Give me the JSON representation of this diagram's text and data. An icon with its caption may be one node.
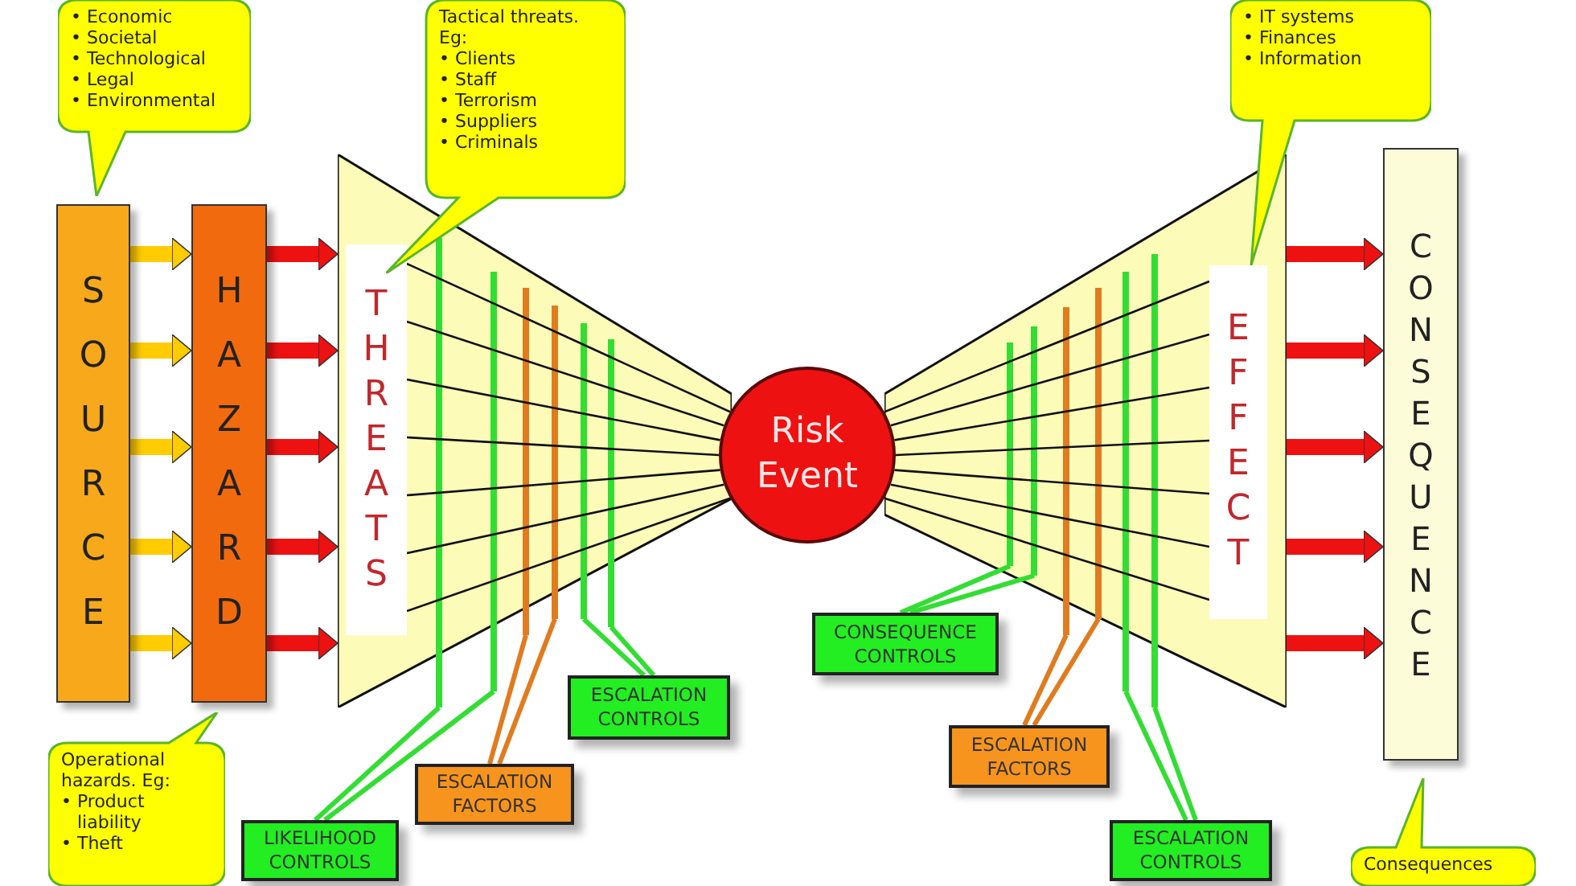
{
  "diagram": {
    "nodes": [
      {
        "text": [
          "• Economic",
          "• Societal",
          "• Technological",
          "• Legal",
          "• Environmental"
        ]
      },
      {
        "text": [
          "SOURCE"
        ]
      },
      {
        "text": [
          "HAZARD"
        ]
      },
      {
        "text": [],
        "shape": "trapezoid"
      },
      {
        "text": [
          "THREATS"
        ],
        "in": 3
      },
      {
        "text": [],
        "shape": "bar",
        "in": 3
      },
      {
        "text": [],
        "shape": "bar",
        "in": 3
      },
      {
        "text": [],
        "shape": "bar",
        "in": 3
      },
      {
        "text": [],
        "shape": "bar",
        "in": 3
      },
      {
        "text": [],
        "shape": "bar",
        "in": 3
      },
      {
        "text": [],
        "shape": "bar",
        "in": 3
      },
      {
        "text": [
          "Tactical threats. Eg:",
          "• Clients",
          "• Staff",
          "• Terrorism",
          "• Suppliers",
          "• Criminals"
        ]
      },
      {
        "text": [
          "Risk Event"
        ]
      },
      {
        "text": [],
        "shape": "trapezoid"
      },
      {
        "text": [],
        "shape": "bar",
        "in": 13
      },
      {
        "text": [],
        "shape": "bar",
        "in": 13
      },
      {
        "text": [],
        "shape": "bar",
        "in": 13
      },
      {
        "text": [],
        "shape": "bar",
        "in": 13
      },
      {
        "text": [],
        "shape": "bar",
        "in": 13
      },
      {
        "text": [],
        "shape": "bar",
        "in": 13
      },
      {
        "text": [
          "EFFECT"
        ],
        "in": 13
      },
      {
        "text": [
          "• IT systems",
          "• Finances",
          "• Information"
        ]
      },
      {
        "text": [
          "CONSEQUENCE"
        ]
      },
      {
        "text": [
          "ESCALATION CONTROLS"
        ]
      },
      {
        "text": [
          "CONSEQUENCE CONTROLS"
        ]
      },
      {
        "text": [
          "ESCALATION FACTORS"
        ]
      },
      {
        "text": [
          "ESCALATION FACTORS"
        ]
      },
      {
        "text": [
          "LIKELIHOOD CONTROLS"
        ]
      },
      {
        "text": [
          "ESCALATION CONTROLS"
        ]
      },
      {
        "text": [
          "Operational hazards. Eg:",
          "• Product liability",
          "• Theft"
        ]
      },
      {
        "text": [
          "Consequences"
        ]
      }
    ],
    "edges": [
      {
        "from": 1,
        "to": 2,
        "arrow": "to",
        "style": "thick",
        "color": "#ffcc00"
      },
      {
        "from": 1,
        "to": 2,
        "arrow": "to",
        "style": "thick",
        "color": "#ffcc00"
      },
      {
        "from": 1,
        "to": 2,
        "arrow": "to",
        "style": "thick",
        "color": "#ffcc00"
      },
      {
        "from": 1,
        "to": 2,
        "arrow": "to",
        "style": "thick",
        "color": "#ffcc00"
      },
      {
        "from": 1,
        "to": 2,
        "arrow": "to",
        "style": "thick",
        "color": "#ffcc00"
      },
      {
        "from": 2,
        "to": 3,
        "arrow": "to",
        "style": "thick",
        "color": "#ee1111"
      },
      {
        "from": 2,
        "to": 3,
        "arrow": "to",
        "style": "thick",
        "color": "#ee1111"
      },
      {
        "from": 2,
        "to": 3,
        "arrow": "to",
        "style": "thick",
        "color": "#ee1111"
      },
      {
        "from": 2,
        "to": 3,
        "arrow": "to",
        "style": "thick",
        "color": "#ee1111"
      },
      {
        "from": 2,
        "to": 3,
        "arrow": "to",
        "style": "thick",
        "color": "#ee1111"
      },
      {
        "from": 13,
        "to": 22,
        "arrow": "to",
        "style": "thick",
        "color": "#ee1111"
      },
      {
        "from": 13,
        "to": 22,
        "arrow": "to",
        "style": "thick",
        "color": "#ee1111"
      },
      {
        "from": 13,
        "to": 22,
        "arrow": "to",
        "style": "thick",
        "color": "#ee1111"
      },
      {
        "from": 13,
        "to": 22,
        "arrow": "to",
        "style": "thick",
        "color": "#ee1111"
      },
      {
        "from": 13,
        "to": 22,
        "arrow": "to",
        "style": "thick",
        "color": "#ee1111"
      },
      {
        "from": 27,
        "to": 5,
        "arrow": "none",
        "color": "#33dd33"
      },
      {
        "from": 27,
        "to": 6,
        "arrow": "none",
        "color": "#33dd33"
      },
      {
        "from": 25,
        "to": 7,
        "arrow": "none",
        "color": "#e07b20"
      },
      {
        "from": 25,
        "to": 8,
        "arrow": "none",
        "color": "#e07b20"
      },
      {
        "from": 23,
        "to": 9,
        "arrow": "none",
        "color": "#33dd33"
      },
      {
        "from": 23,
        "to": 10,
        "arrow": "none",
        "color": "#33dd33"
      },
      {
        "from": 24,
        "to": 14,
        "arrow": "none",
        "color": "#33dd33"
      },
      {
        "from": 24,
        "to": 15,
        "arrow": "none",
        "color": "#33dd33"
      },
      {
        "from": 26,
        "to": 16,
        "arrow": "none",
        "color": "#e07b20"
      },
      {
        "from": 26,
        "to": 17,
        "arrow": "none",
        "color": "#e07b20"
      },
      {
        "from": 28,
        "to": 18,
        "arrow": "none",
        "color": "#33dd33"
      },
      {
        "from": 28,
        "to": 19,
        "arrow": "none",
        "color": "#33dd33"
      },
      {
        "from": 4,
        "to": 12,
        "arrow": "none"
      },
      {
        "from": 4,
        "to": 12,
        "arrow": "none"
      },
      {
        "from": 4,
        "to": 12,
        "arrow": "none"
      },
      {
        "from": 4,
        "to": 12,
        "arrow": "none"
      },
      {
        "from": 4,
        "to": 12,
        "arrow": "none"
      },
      {
        "from": 4,
        "to": 12,
        "arrow": "none"
      },
      {
        "from": 4,
        "to": 12,
        "arrow": "none"
      },
      {
        "from": 12,
        "to": 20,
        "arrow": "none"
      },
      {
        "from": 12,
        "to": 20,
        "arrow": "none"
      },
      {
        "from": 12,
        "to": 20,
        "arrow": "none"
      },
      {
        "from": 12,
        "to": 20,
        "arrow": "none"
      },
      {
        "from": 12,
        "to": 20,
        "arrow": "none"
      },
      {
        "from": 12,
        "to": 20,
        "arrow": "none"
      },
      {
        "from": 12,
        "to": 20,
        "arrow": "none"
      }
    ]
  }
}
